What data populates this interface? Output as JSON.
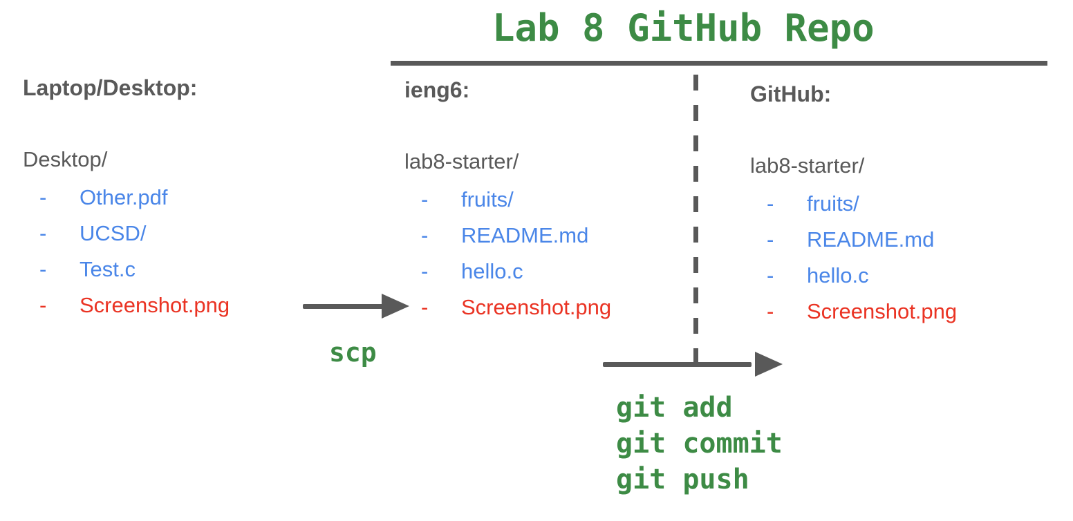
{
  "title": "Lab 8 GitHub Repo",
  "bullet": "-",
  "columns": [
    {
      "header": "Laptop/Desktop:",
      "directory": "Desktop/",
      "files": [
        {
          "label": "Other.pdf",
          "color": "blue"
        },
        {
          "label": "UCSD/",
          "color": "blue"
        },
        {
          "label": "Test.c",
          "color": "blue"
        },
        {
          "label": "Screenshot.png",
          "color": "red"
        }
      ]
    },
    {
      "header": "ieng6:",
      "directory": "lab8-starter/",
      "files": [
        {
          "label": "fruits/",
          "color": "blue"
        },
        {
          "label": "README.md",
          "color": "blue"
        },
        {
          "label": "hello.c",
          "color": "blue"
        },
        {
          "label": "Screenshot.png",
          "color": "red"
        }
      ]
    },
    {
      "header": "GitHub:",
      "directory": "lab8-starter/",
      "files": [
        {
          "label": "fruits/",
          "color": "blue"
        },
        {
          "label": "README.md",
          "color": "blue"
        },
        {
          "label": "hello.c",
          "color": "blue"
        },
        {
          "label": "Screenshot.png",
          "color": "red"
        }
      ]
    }
  ],
  "annotations": {
    "scp_label": "scp",
    "git_commands": [
      "git add",
      "git commit",
      "git push"
    ]
  },
  "colors": {
    "file_blue": "#4a86e8",
    "file_red": "#ea3323",
    "accent_green": "#3d8b45",
    "text_gray": "#595959",
    "line_gray": "#595959"
  }
}
